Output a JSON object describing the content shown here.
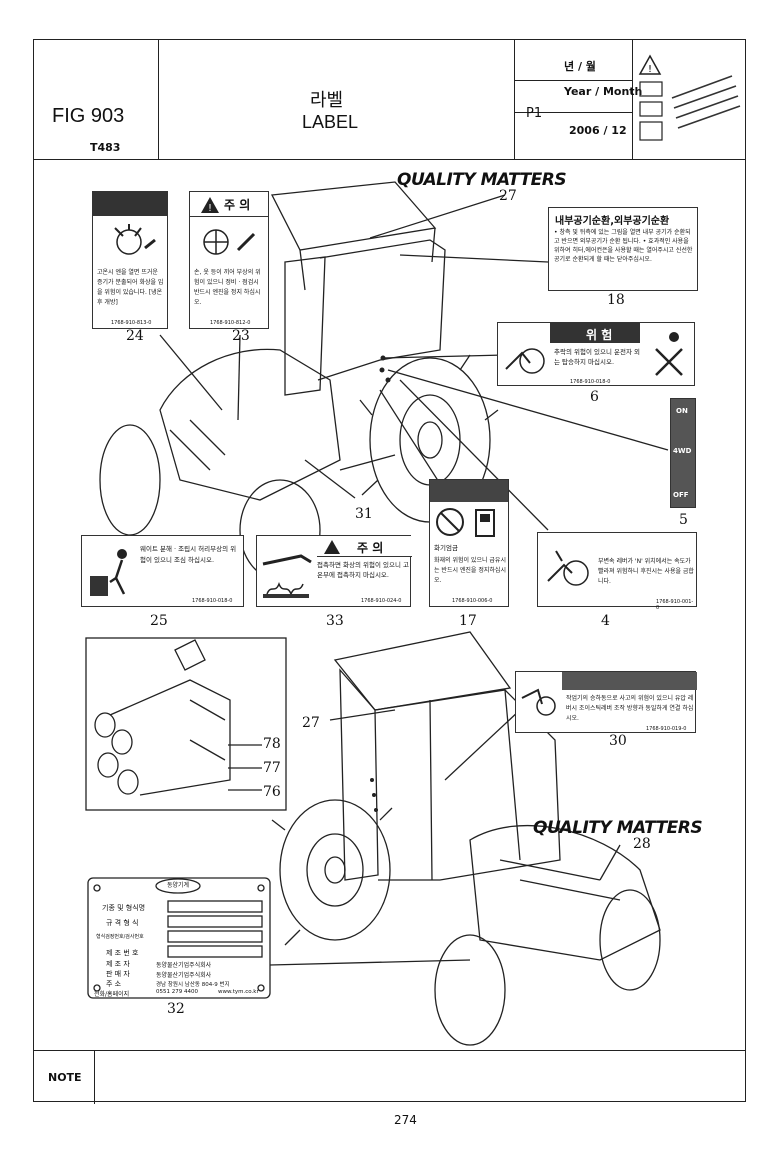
{
  "header": {
    "fig": "FIG 903",
    "model": "T483",
    "title_ko": "라벨",
    "title_en": "LABEL",
    "page_code": "P1",
    "ym_ko": "년 / 월",
    "ym_en": "Year / Month",
    "date": "2006 / 12"
  },
  "brand_logo": "QUALITY MATTERS",
  "labels": {
    "l18_title": "내부공기순환,외부공기순환",
    "l18_text": "• 창측 및 뒤측에 있는 그림을 열면 내부 공기가 순환되고 반으면 외부공기가 순환 됩니다. • 효과적인 사용을 위하여 히터,에어컨은을 사용할 때는 열어주시고 신선한 공기로 순환되게 할 때는 닫아주십시오.",
    "l24_text": "고온시 엔을 열면 뜨거운 증기가 분출되어 화상을 입을 위험이 있습니다. [냉온후 개방]",
    "l24_code": "1768-910-813-0",
    "l23_head": "주 의",
    "l23_text": "손, 옷 등이 끼어 부상의 위험이 있으니 정비 · 점검시 반드시 엔진을 정지 하십시오.",
    "l23_code": "1768-910-812-0",
    "l6_head": "위 험",
    "l6_text": "추락의 위험이 있으니 운전자 외는 탑승하지 마십시오.",
    "l6_code": "1768-910-018-0",
    "l5_on": "ON",
    "l5_4wd": "4WD",
    "l5_off": "OFF",
    "l25_text": "웨이트 분해 · 조립시 허리부상의 위험이 있으니 조심 하십시오.",
    "l25_code": "1768-910-018-0",
    "l33_head": "주 의",
    "l33_text": "접촉하면 화상의 위험이 있으니 고온부에 접촉하지 마십시오.",
    "l33_code": "1768-910-024-0",
    "l17_head": "화기엄금",
    "l17_text": "화재의 위험이 있으니 급유시는 반드시 엔진을 정지하십시오.",
    "l17_code": "1768-910-006-0",
    "l4_text": "부변속 레버가 'N' 위치에서는 속도가 빨라져 위험하니 후진시는 사용을 금합니다.",
    "l4_code": "1768-910-001-0",
    "l30_text": "작업기의 승하동으로 사고의 위험이 있으니 유압 레버시 조이스틱레버 조작 방향과 동일하게 연결 하십시오.",
    "l30_code": "1768-910-019-0"
  },
  "callouts": [
    "27",
    "18",
    "24",
    "23",
    "6",
    "5",
    "31",
    "25",
    "33",
    "17",
    "4",
    "27",
    "78",
    "77",
    "76",
    "30",
    "28",
    "32"
  ],
  "nameplate": {
    "logo": "동양기계",
    "rows": [
      "기종 및 형식명",
      "규 격 형 식",
      "형식검정번호/검사번호",
      "제 조 번 호"
    ],
    "maker_label": "제 조 자",
    "maker": "동양물산기업주식회사",
    "seller_label": "판 매 자",
    "seller": "동양물산기업주식회사",
    "addr_label": "주 소",
    "addr": "경남 창원시 남산동 804-9 번지",
    "phone_label": "전화/홈페이지",
    "phone": "0551 279 4400",
    "web": "www.tym.co.kr"
  },
  "note_label": "NOTE",
  "page_number": "274"
}
